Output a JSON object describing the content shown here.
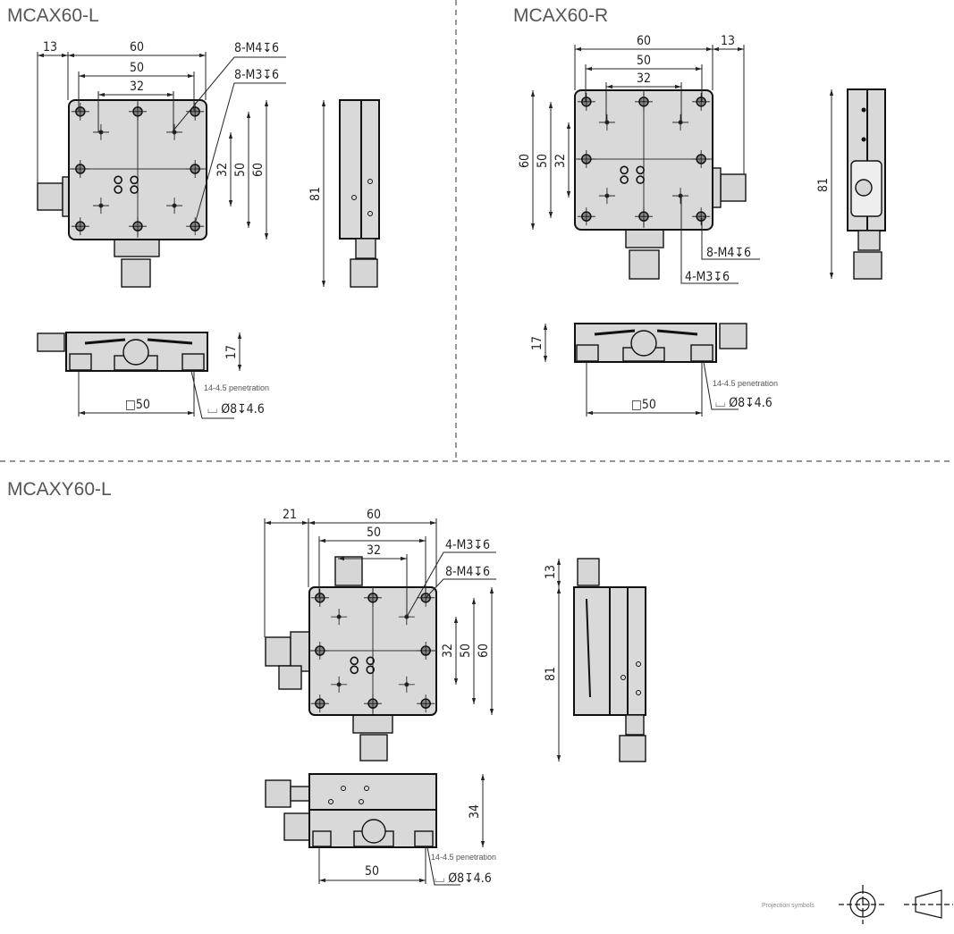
{
  "colors": {
    "part_fill": "#d9d9d9",
    "line": "#111111",
    "title": "#555555"
  },
  "mcax60_l": {
    "title": "MCAX60-L",
    "dims": {
      "offset": "13",
      "width": "60",
      "hole_pitch_outer": "50",
      "hole_pitch_inner": "32",
      "v_inner": "32",
      "v_outer": "50",
      "v_width": "60",
      "height": "81",
      "thickness": "17",
      "base": "□50"
    },
    "callouts": {
      "m4": "8-M4↧6",
      "m3": "8-M3↧6",
      "penetration": "14-4.5 penetration",
      "counterbore": "⌴ Ø8↧4.6"
    }
  },
  "mcax60_r": {
    "title": "MCAX60-R",
    "dims": {
      "width": "60",
      "offset": "13",
      "hole_pitch_outer": "50",
      "hole_pitch_inner": "32",
      "v_width": "60",
      "v_outer": "50",
      "v_inner": "32",
      "height": "81",
      "thickness": "17",
      "base": "□50"
    },
    "callouts": {
      "m4": "8-M4↧6",
      "m3": "4-M3↧6",
      "penetration": "14-4.5 penetration",
      "counterbore": "⌴ Ø8↧4.6"
    }
  },
  "mcaxy60_l": {
    "title": "MCAXY60-L",
    "dims": {
      "offset": "21",
      "width": "60",
      "hole_pitch_outer": "50",
      "hole_pitch_inner": "32",
      "v_inner": "32",
      "v_outer": "50",
      "v_width": "60",
      "knob": "13",
      "height": "81",
      "thickness": "34",
      "base": "50"
    },
    "callouts": {
      "m3": "4-M3↧6",
      "m4": "8-M4↧6",
      "penetration": "14-4.5 penetration",
      "counterbore": "⌴ Ø8↧4.6"
    }
  },
  "legend": {
    "projection_label": "Projection symbols"
  }
}
